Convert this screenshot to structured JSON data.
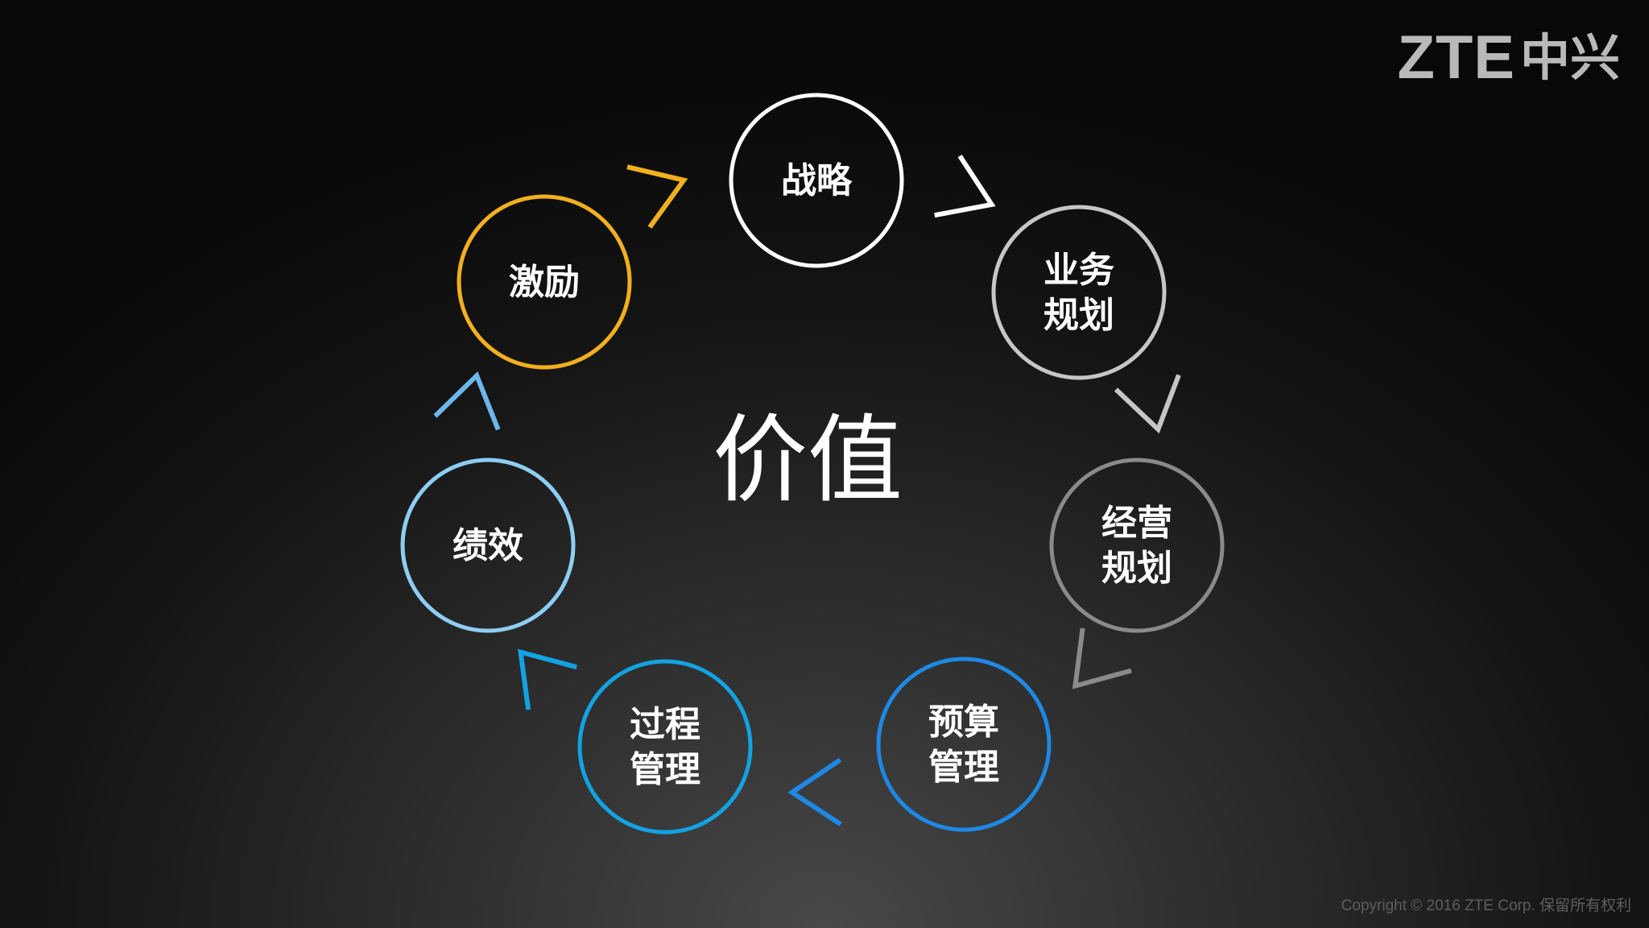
{
  "logo": {
    "latin": "ZTE",
    "cjk": "中兴"
  },
  "copyright": "Copyright © 2016 ZTE Corp. 保留所有权利",
  "center_label": "价值",
  "nodes": [
    {
      "id": "strategy",
      "lines": [
        "战略"
      ],
      "color": "#ffffff"
    },
    {
      "id": "business-planning",
      "lines": [
        "业务",
        "规划"
      ],
      "color": "#c6c6c6"
    },
    {
      "id": "operation-planning",
      "lines": [
        "经营",
        "规划"
      ],
      "color": "#8a8a8a"
    },
    {
      "id": "budget-management",
      "lines": [
        "预算",
        "管理"
      ],
      "color": "#1e88e5"
    },
    {
      "id": "process-management",
      "lines": [
        "过程",
        "管理"
      ],
      "color": "#12a3e3"
    },
    {
      "id": "performance",
      "lines": [
        "绩效"
      ],
      "color": "#8ecdf2"
    },
    {
      "id": "incentive",
      "lines": [
        "激励"
      ],
      "color": "#f2b01e"
    }
  ],
  "arrows": [
    {
      "from": "strategy",
      "to": "business-planning",
      "color": "#ffffff"
    },
    {
      "from": "business-planning",
      "to": "operation-planning",
      "color": "#c6c6c6"
    },
    {
      "from": "operation-planning",
      "to": "budget-management",
      "color": "#8a8a8a"
    },
    {
      "from": "budget-management",
      "to": "process-management",
      "color": "#1e88e5"
    },
    {
      "from": "process-management",
      "to": "performance",
      "color": "#12a3e3"
    },
    {
      "from": "performance",
      "to": "incentive",
      "color": "#6cb8ea"
    },
    {
      "from": "incentive",
      "to": "strategy",
      "color": "#f2b01e"
    }
  ]
}
